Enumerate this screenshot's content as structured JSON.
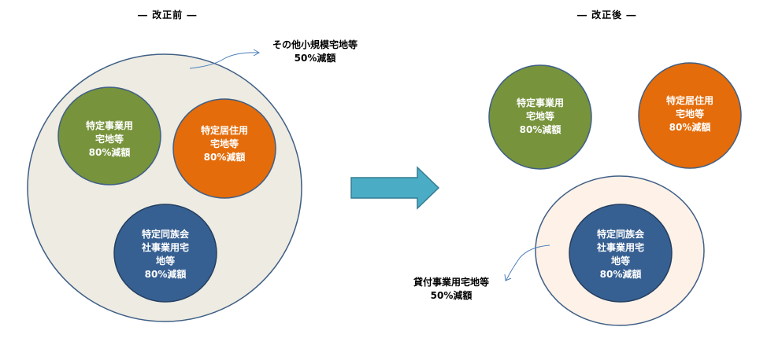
{
  "before": {
    "title": "― 改正前 ―",
    "outer_label": [
      "その他小規模宅地等",
      "50%減額"
    ],
    "business": [
      "特定事業用",
      "宅地等",
      "80%減額"
    ],
    "residential": [
      "特定居住用",
      "宅地等",
      "80%減額"
    ],
    "corporate": [
      "特定同族会",
      "社事業用宅",
      "地等",
      "80%減額"
    ]
  },
  "after": {
    "title": "― 改正後 ―",
    "business": [
      "特定事業用",
      "宅地等",
      "80%減額"
    ],
    "residential": [
      "特定居住用",
      "宅地等",
      "80%減額"
    ],
    "corporate": [
      "特定同族会",
      "社事業用宅",
      "地等",
      "80%減額"
    ],
    "outer_label": [
      "貸付事業用宅地等",
      "50%減額"
    ]
  },
  "colors": {
    "outer_before": "#edebe2",
    "outer_after": "#fdf1e8",
    "outline": "#3f5f86",
    "business": "#77933c",
    "residential": "#e46c0a",
    "corporate": "#376092",
    "arrow": "#4bacc6"
  }
}
